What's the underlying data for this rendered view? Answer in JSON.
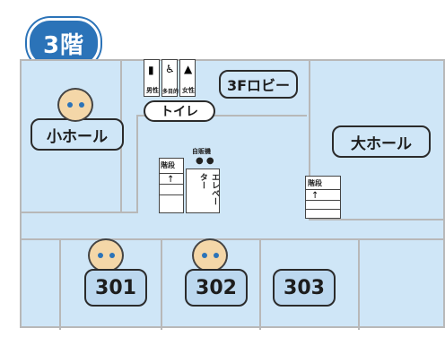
{
  "floor": {
    "label": "3階"
  },
  "rooms": {
    "small_hall": "小ホール",
    "large_hall": "大ホール",
    "lobby": "3Fロビー",
    "toilet": "トイレ",
    "r301": "301",
    "r302": "302",
    "r303": "303"
  },
  "toilet_icons": {
    "men": "男性",
    "accessible": "多目的",
    "women": "女性"
  },
  "stairs_labels": {
    "left": "階段",
    "right": "階段"
  },
  "elevator": {
    "label": "エレベーター",
    "vending": "自販機"
  },
  "colors": {
    "floor_fill": "#cfe6f7",
    "badge": "#2b73b8",
    "wall": "#b8b8b8"
  }
}
